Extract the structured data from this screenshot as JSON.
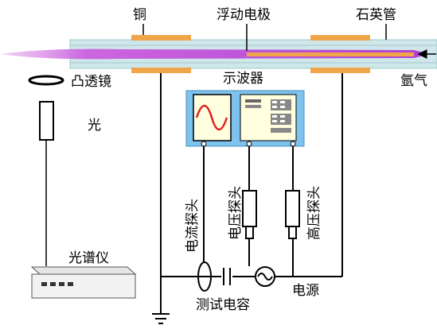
{
  "labels": {
    "copper": "铜",
    "floating_electrode": "浮动电极",
    "quartz_tube": "石英管",
    "convex_lens": "凸透镜",
    "light": "光",
    "oscilloscope": "示波器",
    "argon": "氩气",
    "current_probe": "电流探头",
    "voltage_probe": "电压探头",
    "high_voltage_probe": "高压探头",
    "spectrometer": "光谱仪",
    "test_capacitor": "测试电容",
    "power_supply": "电源"
  },
  "colors": {
    "tube_fill": "#cfe6ea",
    "electrode": "#f0a54a",
    "plasma": "#cc66e0",
    "oscilloscope_body": "#7ec3ee",
    "screen_bg": "#ffffe0",
    "sine_wave": "#e02020",
    "line": "#000000"
  }
}
